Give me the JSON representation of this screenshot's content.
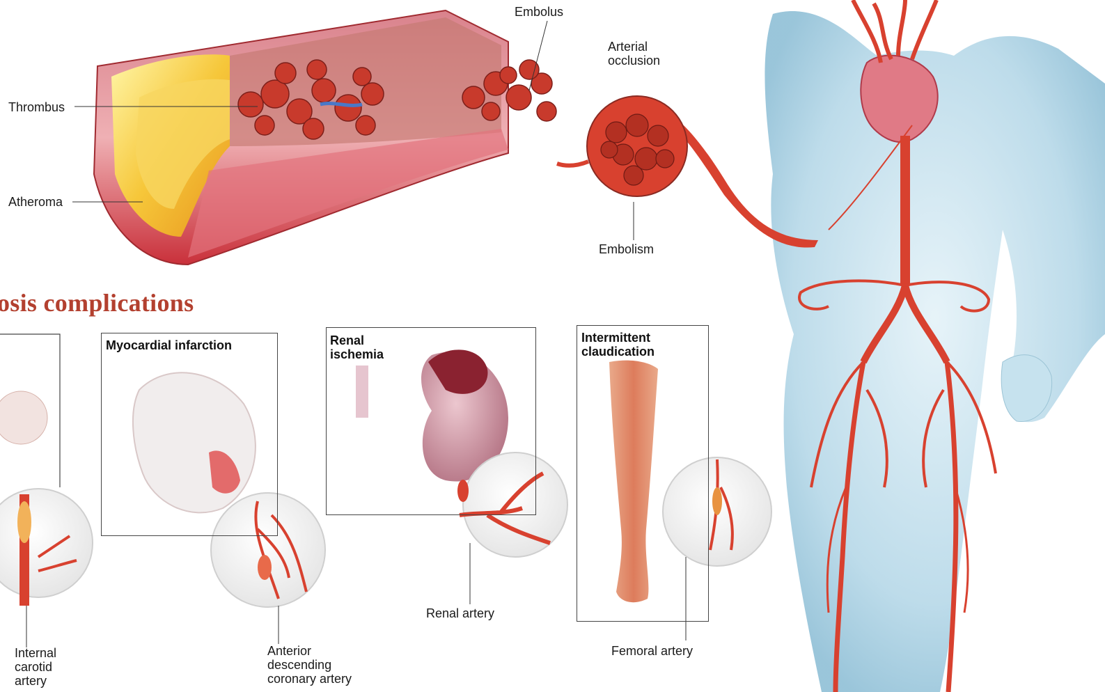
{
  "heading": "osis complications",
  "labels": {
    "thrombus": "Thrombus",
    "atheroma": "Atheroma",
    "embolus": "Embolus",
    "arterial_occlusion": "Arterial\nocclusion",
    "embolism": "Embolism",
    "internal_carotid": "Internal\ncarotid\nartery",
    "anterior_descending": "Anterior\ndescending\ncoronary artery",
    "renal_artery": "Renal artery",
    "femoral_artery": "Femoral artery"
  },
  "panels": {
    "myocardial": "Myocardial infarction",
    "renal": "Renal\nischemia",
    "claudication": "Intermittent\nclaudication"
  },
  "colors": {
    "artery": "#d8412f",
    "vessel_wall": "#e8949c",
    "plaque": "#f5c23a",
    "body": "#b9dbe9",
    "heading": "#b3402f"
  }
}
